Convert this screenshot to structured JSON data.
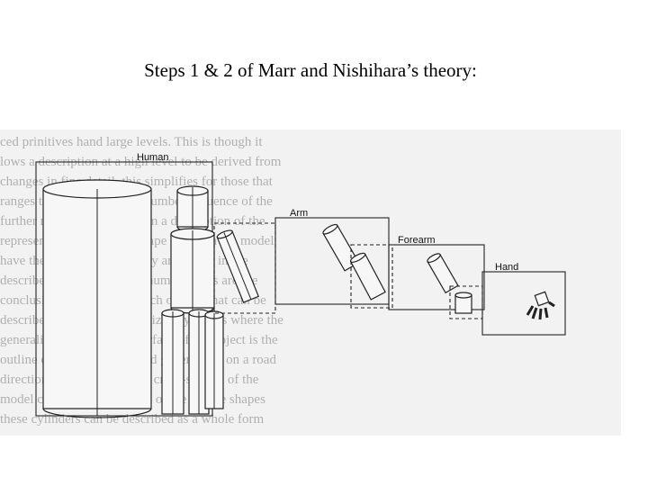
{
  "title": "Steps 1 & 2 of Marr and Nishihara’s theory:",
  "figure": {
    "labels": {
      "human": "Human",
      "arm": "Arm",
      "forearm": "Forearm",
      "hand": "Hand"
    }
  }
}
